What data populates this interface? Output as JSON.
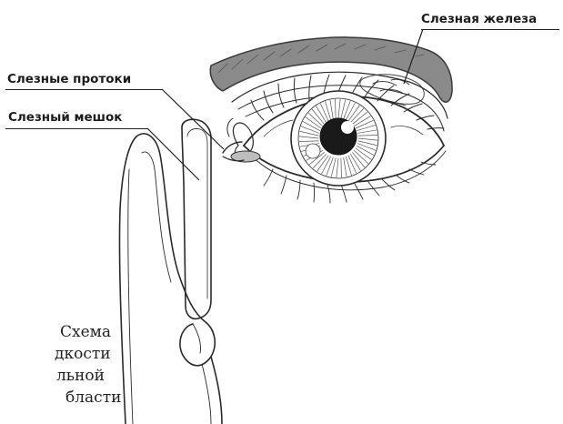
{
  "labels": {
    "gland": "Слезная железа",
    "ducts": "Слезные протоки",
    "sac": "Слезный мешок"
  },
  "caption": {
    "line1": "Схема",
    "line2": "дкости",
    "line3": "льной",
    "line4": "бласти"
  }
}
